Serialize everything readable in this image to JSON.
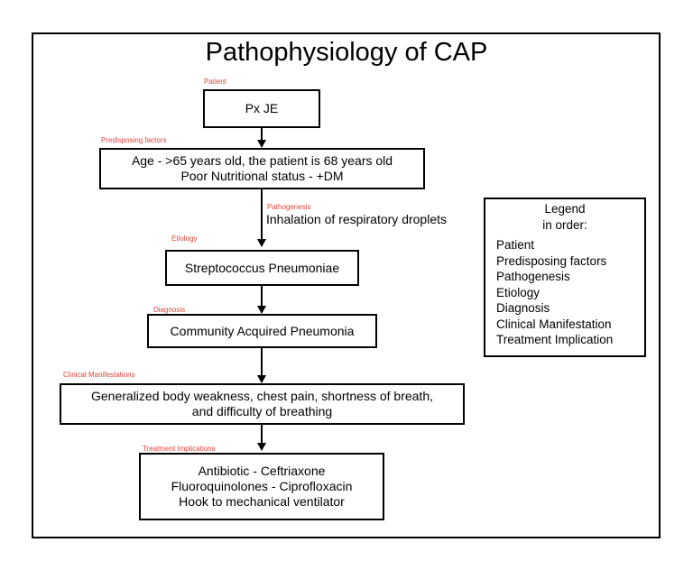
{
  "title": "Pathophysiology of CAP",
  "tags": {
    "patient": "Patient",
    "predisposing": "Predisposing factors",
    "pathogenesis": "Pathogenesis",
    "etiology": "Etiology",
    "diagnosis": "Diagnosis",
    "clinical": "Clinical Manifestations",
    "treatment": "Treatment Implications"
  },
  "nodes": {
    "patient": "Px JE",
    "predisposing_line1": "Age - >65 years old, the patient is 68 years old",
    "predisposing_line2": "Poor Nutritional status - +DM",
    "pathogenesis_note": "Inhalation of respiratory droplets",
    "etiology": "Streptococcus Pneumoniae",
    "diagnosis": "Community Acquired Pneumonia",
    "clinical_line1": "Generalized body weakness, chest pain, shortness of breath,",
    "clinical_line2": "and difficulty of breathing",
    "treatment_line1": "Antibiotic -  Ceftriaxone",
    "treatment_line2": "Fluoroquinolones - Ciprofloxacin",
    "treatment_line3": "Hook to mechanical ventilator"
  },
  "legend": {
    "title_line1": "Legend",
    "title_line2": "in order:",
    "items": [
      "Patient",
      "Predisposing factors",
      "Pathogenesis",
      "Etiology",
      "Diagnosis",
      "Clinical Manifestation",
      "Treatment Implication"
    ]
  }
}
